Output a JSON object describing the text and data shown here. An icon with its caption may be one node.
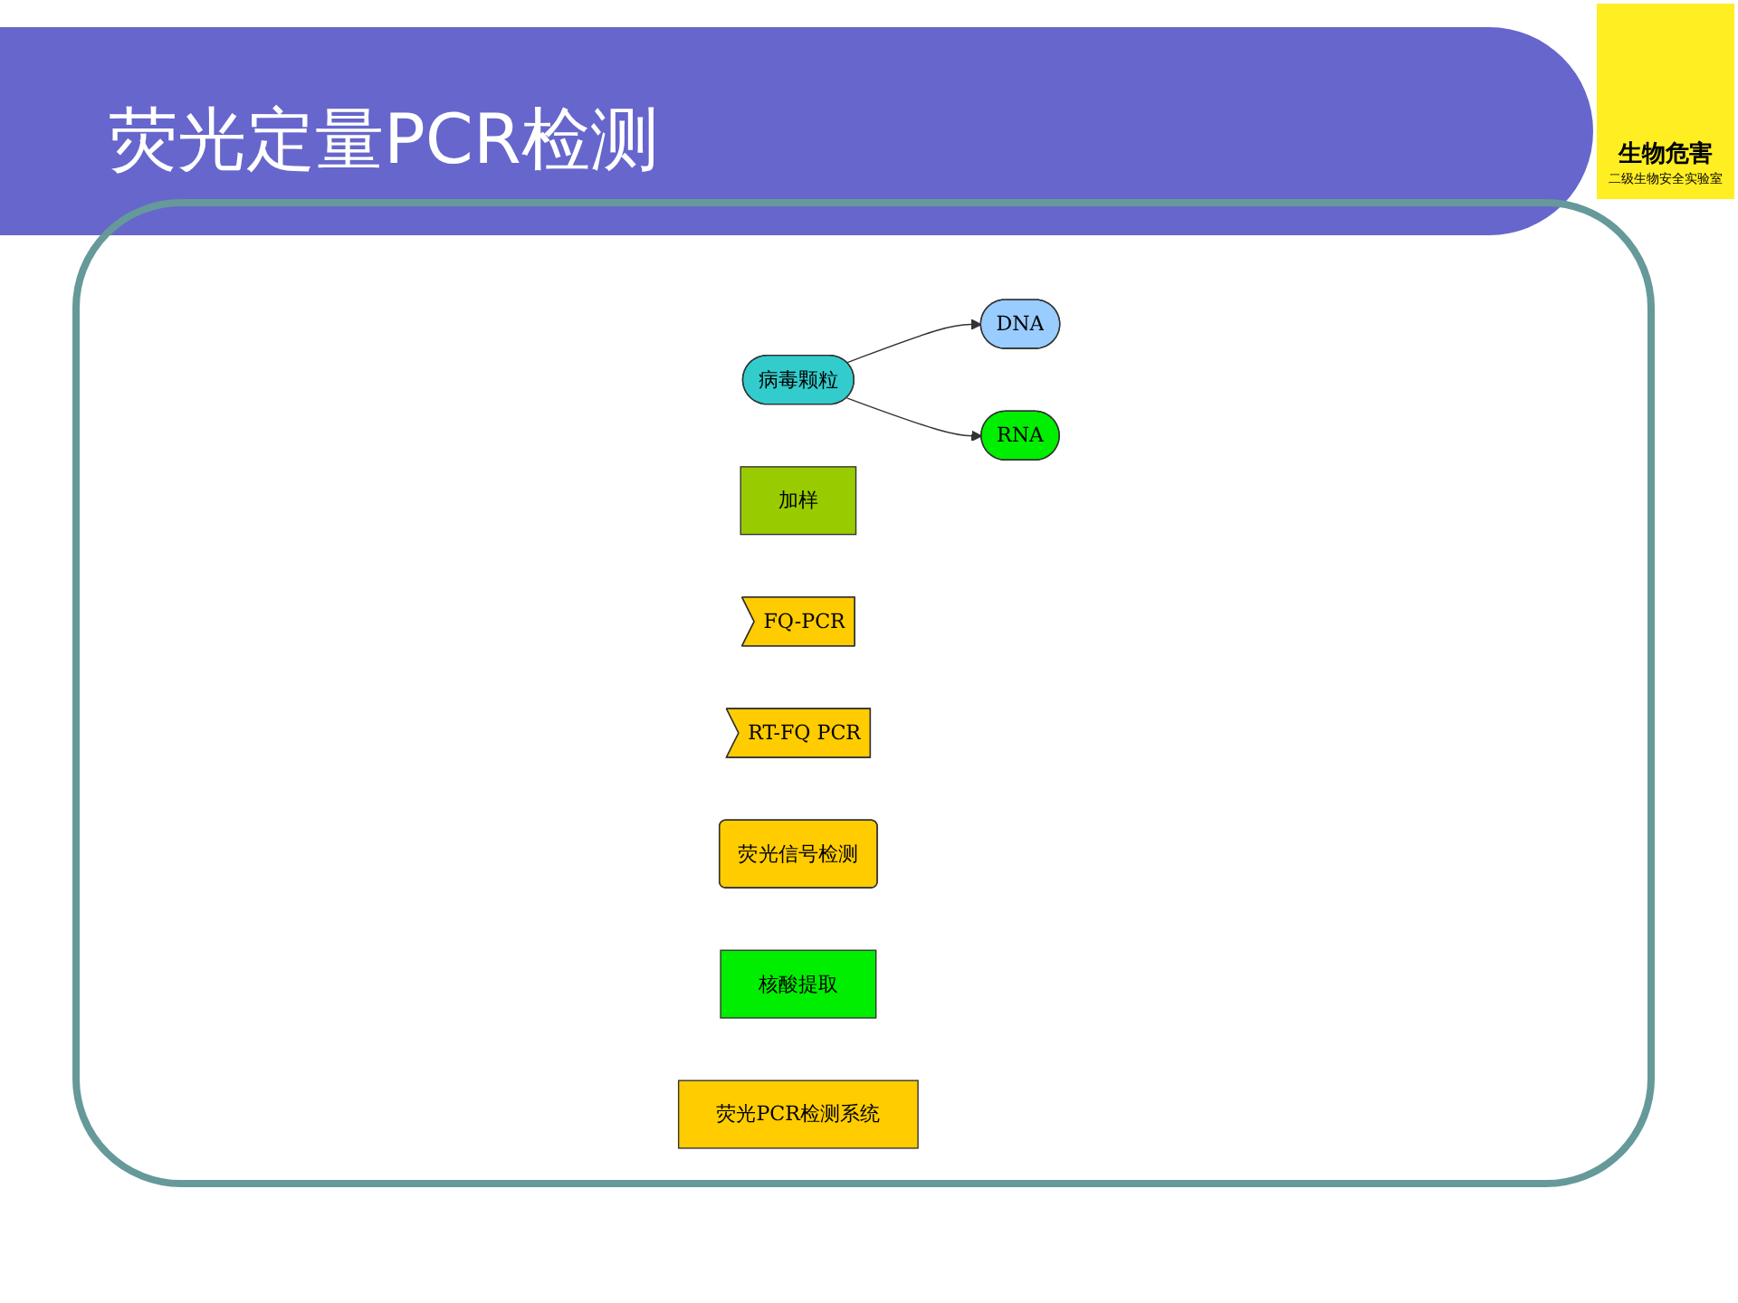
{
  "diagram": {
    "title": "荧光定量PCR检测",
    "nodes": [
      {
        "text": [
          "病毒颗粒"
        ]
      },
      {
        "text": [
          "DNA"
        ]
      },
      {
        "text": [
          "RNA"
        ]
      },
      {
        "text": [
          "加样"
        ]
      },
      {
        "text": [
          "FQ-PCR"
        ]
      },
      {
        "text": [
          "RT-FQ PCR"
        ]
      },
      {
        "text": [
          "荧光信号检测"
        ]
      },
      {
        "text": [
          "核酸提取"
        ]
      },
      {
        "text": [
          "荧光PCR检测系统"
        ]
      }
    ],
    "edges": [
      {
        "from": 0,
        "to": 1,
        "arrow": "to"
      },
      {
        "from": 0,
        "to": 2,
        "arrow": "to"
      }
    ],
    "labels": [
      "生物危害",
      "二级生物安全实验室"
    ]
  }
}
